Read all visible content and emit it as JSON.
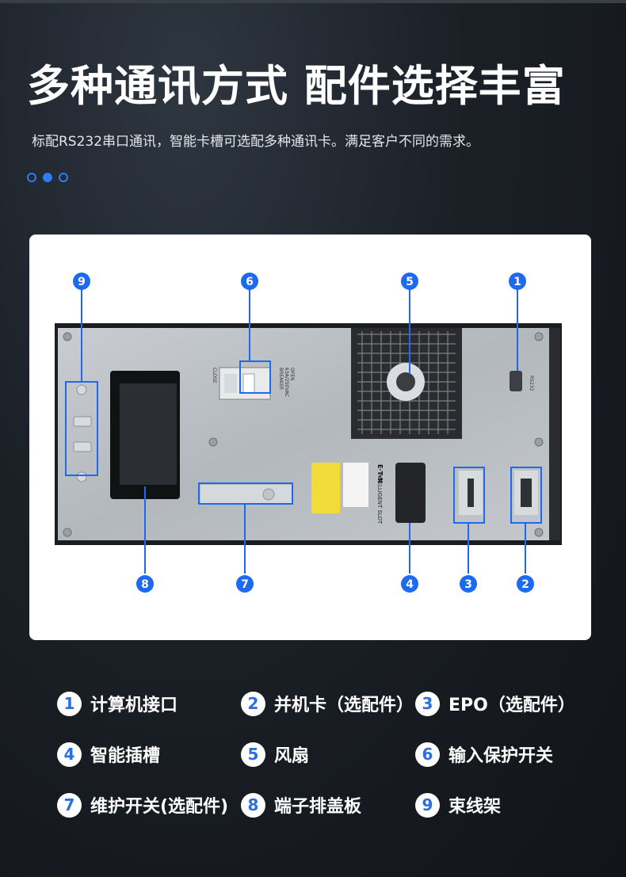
{
  "header": {
    "title": "多种通讯方式 配件选择丰富",
    "subtitle": "标配RS232串口通讯，智能卡槽可选配多种通讯卡。满足客户不同的需求。"
  },
  "pagination": {
    "total": 3,
    "active_index": 1
  },
  "colors": {
    "accent": "#2d7cf6",
    "background": "#1b2027",
    "card": "#ffffff"
  },
  "photo": {
    "callouts": [
      "1",
      "2",
      "3",
      "4",
      "5",
      "6",
      "7",
      "8",
      "9"
    ],
    "panel_labels": {
      "rs232": "RS232",
      "breaker": "BREAKER",
      "breaker_rating": "63A/250VAC",
      "open": "OPEN",
      "close": "CLOSE",
      "intelligent_slot": "INTELLIGENT SLOT",
      "brand": "E·T·N"
    }
  },
  "legend": [
    {
      "num": "1",
      "label": "计算机接口"
    },
    {
      "num": "2",
      "label": "并机卡（选配件）"
    },
    {
      "num": "3",
      "label": "EPO（选配件）"
    },
    {
      "num": "4",
      "label": "智能插槽"
    },
    {
      "num": "5",
      "label": "风扇"
    },
    {
      "num": "6",
      "label": "输入保护开关"
    },
    {
      "num": "7",
      "label": "维护开关(选配件)"
    },
    {
      "num": "8",
      "label": "端子排盖板"
    },
    {
      "num": "9",
      "label": "束线架"
    }
  ]
}
